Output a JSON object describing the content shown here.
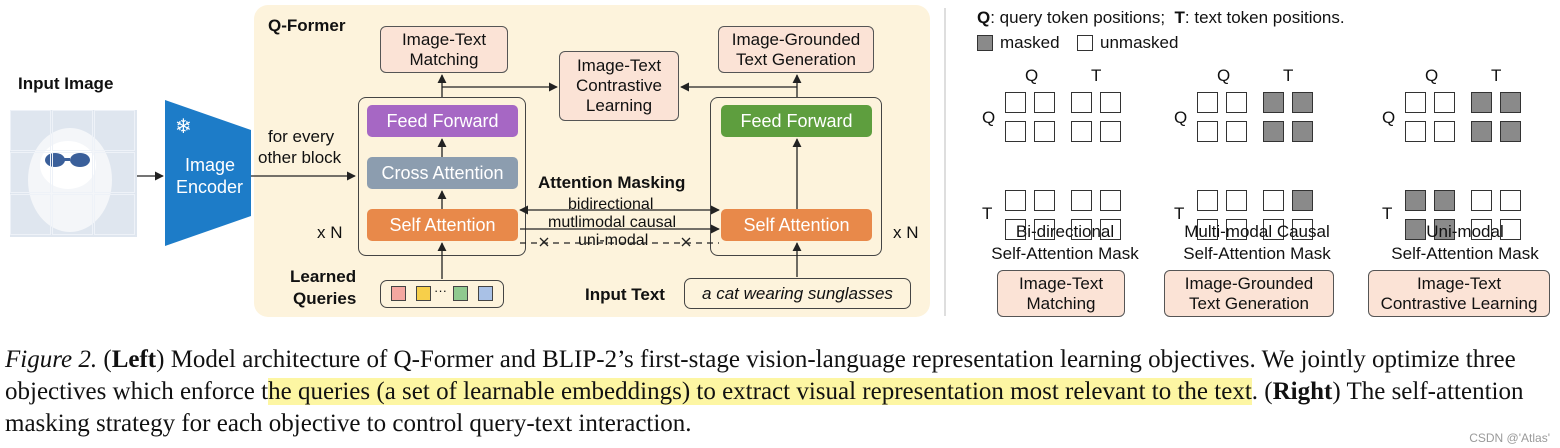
{
  "left": {
    "qformer_title": "Q-Former",
    "input_image_label": "Input Image",
    "encoder_label_1": "Image",
    "encoder_label_2": "Encoder",
    "encoder_snowflake": "❄",
    "every_other_1": "for every",
    "every_other_2": "other block",
    "obj_itm_1": "Image-Text",
    "obj_itm_2": "Matching",
    "obj_itc_1": "Image-Text",
    "obj_itc_2": "Contrastive",
    "obj_itc_3": "Learning",
    "obj_itg_1": "Image-Grounded",
    "obj_itg_2": "Text Generation",
    "feed_forward_left": "Feed Forward",
    "cross_attention": "Cross Attention",
    "self_attention_left": "Self Attention",
    "feed_forward_right": "Feed Forward",
    "self_attention_right": "Self Attention",
    "repeat_left": "x N",
    "repeat_right": "x N",
    "attention_masking": "Attention Masking",
    "mask_bidirectional": "bidirectional",
    "mask_causal": "mutlimodal causal",
    "mask_unimodal": "uni-modal",
    "learned_queries_1": "Learned",
    "learned_queries_2": "Queries",
    "query_ellipsis": "···",
    "query_colors": [
      "#f4a7a0",
      "#f7cf4a",
      "#8fc98f",
      "#a9c1e6"
    ],
    "input_text_label": "Input Text",
    "input_text_value": "a cat wearing sunglasses",
    "colors": {
      "feed_forward_left": "#a667c4",
      "cross_attention": "#8c9daf",
      "self_attention": "#e8894a",
      "feed_forward_right": "#5e9e3e",
      "image_encoder": "#1d7cc8",
      "panel": "#fdf3dc",
      "objective_box": "#fbe3d6"
    }
  },
  "right": {
    "legend_q_key": "Q",
    "legend_q_text": ": query token positions;",
    "legend_t_key": "T",
    "legend_t_text": ": text token positions.",
    "legend_masked": "masked",
    "legend_unmasked": "unmasked",
    "masks": [
      {
        "col_q": "Q",
        "col_t": "T",
        "row_q": "Q",
        "row_t": "T",
        "caption_1": "Bi-directional",
        "caption_2": "Self-Attention Mask",
        "objective_1": "Image-Text",
        "objective_2": "Matching",
        "grid": [
          [
            0,
            0,
            0,
            0
          ],
          [
            0,
            0,
            0,
            0
          ],
          [
            0,
            0,
            0,
            0
          ],
          [
            0,
            0,
            0,
            0
          ]
        ]
      },
      {
        "col_q": "Q",
        "col_t": "T",
        "row_q": "Q",
        "row_t": "T",
        "caption_1": "Multi-modal Causal",
        "caption_2": "Self-Attention Mask",
        "objective_1": "Image-Grounded",
        "objective_2": "Text Generation",
        "grid": [
          [
            0,
            0,
            1,
            1
          ],
          [
            0,
            0,
            1,
            1
          ],
          [
            0,
            0,
            0,
            1
          ],
          [
            0,
            0,
            0,
            0
          ]
        ]
      },
      {
        "col_q": "Q",
        "col_t": "T",
        "row_q": "Q",
        "row_t": "T",
        "caption_1": "Uni-modal",
        "caption_2": "Self-Attention Mask",
        "objective_1": "Image-Text",
        "objective_2": "Contrastive Learning",
        "grid": [
          [
            0,
            0,
            1,
            1
          ],
          [
            0,
            0,
            1,
            1
          ],
          [
            1,
            1,
            0,
            0
          ],
          [
            1,
            1,
            0,
            0
          ]
        ]
      }
    ]
  },
  "caption": {
    "figure_label": "Figure 2.",
    "left_open": " (",
    "left_word": "Left",
    "left_close": ") Model architecture of Q-Former and BLIP-2’s first-stage vision-language representation learning objectives. We jointly optimize three objectives which enforce t",
    "highlighted": "he queries (a set of learnable embeddings) to extract visual representation most relevant to the text",
    "after_highlight": ". (",
    "right_word": "Right",
    "right_close": ") The self-attention masking strategy for each objective to control query-text interaction."
  },
  "watermark": "CSDN @'Atlas'"
}
